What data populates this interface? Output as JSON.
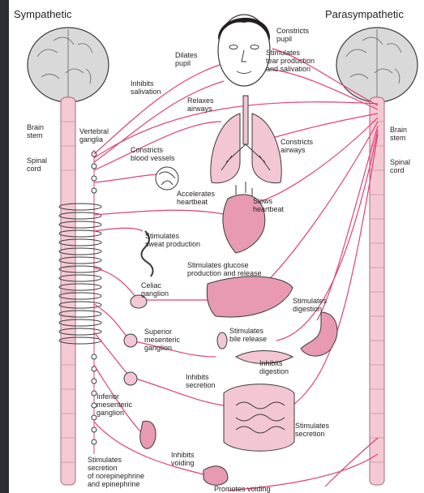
{
  "headers": {
    "left": "Sympathetic",
    "right": "Parasympathetic"
  },
  "colors": {
    "nerve": "#e0407a",
    "organ_fill": "#f2c6d2",
    "organ_fill_dark": "#e79ab2",
    "cord": "#f4c9d3",
    "brain": "#d9d9d9",
    "outline": "#3a3a3a",
    "background_outside": "#2b2d31"
  },
  "labels": {
    "brain_stem_left": "Brain\nstem",
    "vertebral_ganglia": "Vertebral\nganglia",
    "spinal_cord_left": "Spinal\ncord",
    "brain_stem_right": "Brain\nstem",
    "spinal_cord_right": "Spinal\ncord",
    "constricts_pupil": "Constricts\npupil",
    "dilates_pupil": "Dilates\npupil",
    "stimulates_tear": "Stimulates\ntear production\nand salivation",
    "inhibits_salivation": "Inhibits\nsalivation",
    "relaxes_airways": "Relaxes\nairways",
    "constricts_airways": "Constricts\nairways",
    "constricts_blood_vessels": "Constricts\nblood vessels",
    "accelerates_heartbeat": "Accelerates\nheartbeat",
    "slows_heartbeat": "Slows\nheartbeat",
    "stimulates_sweat": "Stimulates\nsweat production",
    "stimulates_glucose": "Stimulates glucose\nproduction and release",
    "celiac_ganglion": "Celiac\nganglion",
    "stimulates_digestion": "Stimulates\ndigestion",
    "superior_mesenteric": "Superior\nmesenteric\nganglion",
    "stimulates_bile": "Stimulates\nbile release",
    "inhibits_digestion": "Inhibits\ndigestion",
    "inhibits_secretion": "Inhibits\nsecretion",
    "inferior_mesenteric": "Inferior\nmesenteric\nganglion",
    "stimulates_secretion": "Stimulates\nsecretion",
    "stimulates_norepinephrine": "Stimulates\nsecretion\nof norepinephrine\nand epinephrine",
    "inhibits_voiding": "Inhibits\nvoiding",
    "promotes_voiding": "Promotes voiding"
  }
}
